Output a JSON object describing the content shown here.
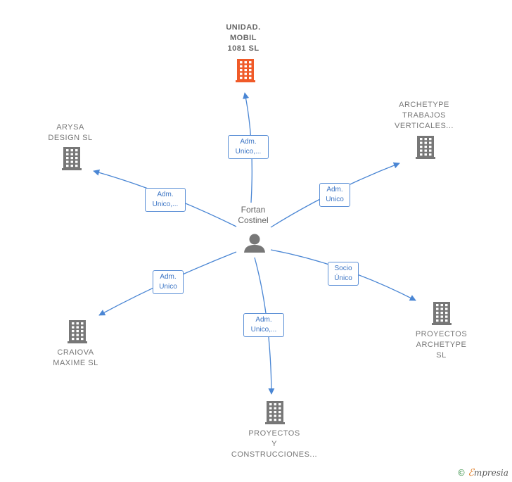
{
  "colors": {
    "edge": "#4a86d4",
    "building_default": "#777777",
    "building_highlight": "#f05a28",
    "person": "#777777"
  },
  "center": {
    "name": "Fortan\nCostinel",
    "icon": "person-icon"
  },
  "nodes": [
    {
      "id": "unidad",
      "label": "UNIDAD.\nMOBIL\n1081  SL",
      "highlight": true,
      "icon": "building-icon",
      "relation": "Adm.\nUnico,..."
    },
    {
      "id": "archetype",
      "label": "ARCHETYPE\nTRABAJOS\nVERTICALES...",
      "highlight": false,
      "icon": "building-icon",
      "relation": "Adm.\nUnico"
    },
    {
      "id": "proyectos_a",
      "label": "PROYECTOS\nARCHETYPE\nSL",
      "highlight": false,
      "icon": "building-icon",
      "relation": "Socio\nÚnico"
    },
    {
      "id": "proyectos_c",
      "label": "PROYECTOS\nY\nCONSTRUCCIONES...",
      "highlight": false,
      "icon": "building-icon",
      "relation": "Adm.\nUnico,..."
    },
    {
      "id": "craiova",
      "label": "CRAIOVA\nMAXIME  SL",
      "highlight": false,
      "icon": "building-icon",
      "relation": "Adm.\nUnico"
    },
    {
      "id": "arysa",
      "label": "ARYSA\nDESIGN  SL",
      "highlight": false,
      "icon": "building-icon",
      "relation": "Adm.\nUnico,..."
    }
  ],
  "footer": {
    "copyright": "©",
    "brand_first": "ℰ",
    "brand_rest": "mpresia"
  }
}
